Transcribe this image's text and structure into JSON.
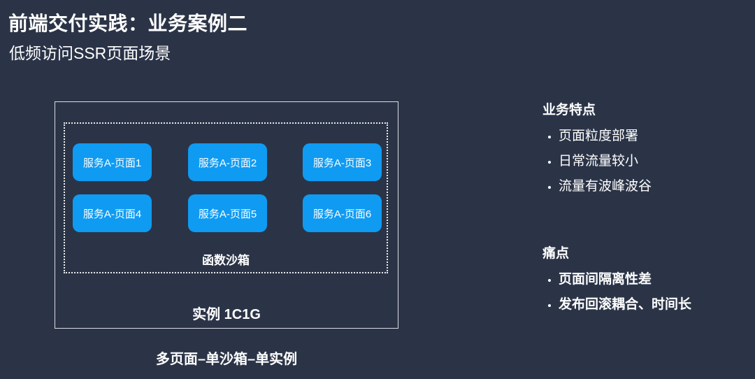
{
  "slide": {
    "title": "前端交付实践：业务案例二",
    "subtitle": "低频访问SSR页面场景"
  },
  "diagram": {
    "services": [
      "服务A-页面1",
      "服务A-页面2",
      "服务A-页面3",
      "服务A-页面4",
      "服务A-页面5",
      "服务A-页面6"
    ],
    "sandbox_label": "函数沙箱",
    "instance_label": "实例 1C1G",
    "caption": "多页面–单沙箱–单实例"
  },
  "features": {
    "heading": "业务特点",
    "items": [
      "页面粒度部署",
      "日常流量较小",
      "流量有波峰波谷"
    ]
  },
  "pains": {
    "heading": "痛点",
    "items": [
      "页面间隔离性差",
      "发布回滚耦合、时间长"
    ]
  },
  "colors": {
    "background": "#2b3447",
    "service_box_blue": "#0f9bf2",
    "box_border": "#d9dde3",
    "text": "#ffffff"
  }
}
